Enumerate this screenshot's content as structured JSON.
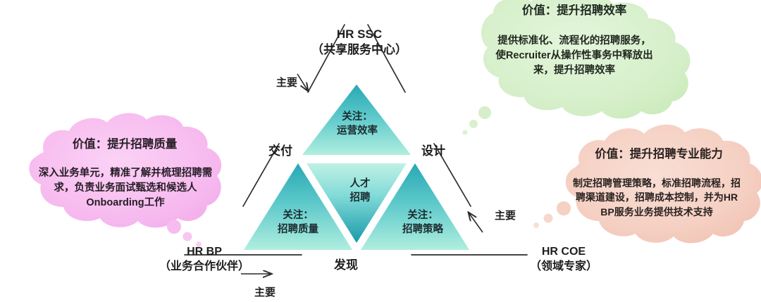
{
  "diagram": {
    "title_center": "人才\n招聘",
    "colors": {
      "teal_dark": "#2FAFB8",
      "teal_mid": "#5FC9C9",
      "mint_light": "#AEEFE0",
      "cloud_green": "#D8F0CD",
      "cloud_pink": "#F7BDEF",
      "cloud_peach": "#F6D2C6",
      "text_dark": "#1e1e1e"
    }
  },
  "roles": {
    "ssc": {
      "name": "HR SSC",
      "sub": "（共享服务中心）"
    },
    "bp": {
      "name": "HR BP",
      "sub": "（业务合作伙伴）"
    },
    "coe": {
      "name": "HR COE",
      "sub": "（领域专家）"
    }
  },
  "edges": {
    "delivery": "交付",
    "design": "设计",
    "discover": "发现"
  },
  "primary": {
    "top": "主要",
    "right": "主要",
    "bottom": "主要"
  },
  "triangles": {
    "top": {
      "caption": "关注：\n运营效率"
    },
    "left": {
      "caption": "关注：\n招聘质量"
    },
    "right": {
      "caption": "关注：\n招聘策略"
    },
    "center": {
      "caption": "人才\n招聘"
    }
  },
  "clouds": {
    "green": {
      "title": "价值：提升招聘效率",
      "body": "提供标准化、流程化的招聘服务，\n使Recruiter从操作性事务中释放出\n来，提升招聘效率"
    },
    "pink": {
      "title": "价值：提升招聘质量",
      "body": "深入业务单元，精准了解并梳理招聘需\n求，负责业务面试甄选和候选人\nOnboarding工作"
    },
    "peach": {
      "title": "价值：提升招聘专业能力",
      "body": "制定招聘管理策略，标准招聘流程，招\n聘渠道建设，招聘成本控制，并为HR\nBP服务业务提供技术支持"
    }
  }
}
